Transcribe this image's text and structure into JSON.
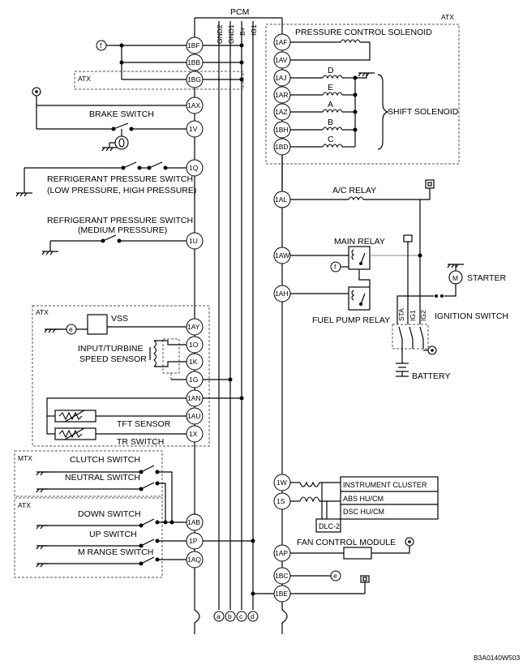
{
  "pcm": {
    "label": "PCM",
    "bus": [
      "GND2",
      "GND1",
      "B+",
      "IG1"
    ],
    "bottom_terminals": [
      "a",
      "b",
      "c",
      "d"
    ]
  },
  "left_pins": [
    "1BF",
    "1BB",
    "1BG",
    "1AX",
    "1V",
    "1Q",
    "1U",
    "1AY",
    "1O",
    "1K",
    "1G",
    "1AN",
    "1AU",
    "1X",
    "1AB",
    "1P",
    "1AQ"
  ],
  "right_pins": [
    "1AF",
    "1AV",
    "1AJ",
    "1AR",
    "1AZ",
    "1BH",
    "1BD",
    "1AL",
    "1AW",
    "1AH",
    "1W",
    "1S",
    "1AP",
    "1BC",
    "1BE"
  ],
  "groups": {
    "atx": "ATX",
    "mtx": "MTX"
  },
  "components": {
    "brake_switch": "BRAKE SWITCH",
    "ref_switch_1": "REFRIGERANT PRESSURE SWITCH",
    "ref_switch_1b": "(LOW PRESSURE, HIGH PRESSURE)",
    "ref_switch_2": "REFRIGERANT PRESSURE SWITCH",
    "ref_switch_2b": "(MEDIUM PRESSURE)",
    "vss": "VSS",
    "turbine_1": "INPUT/TURBINE",
    "turbine_2": "SPEED SENSOR",
    "tft": "TFT SENSOR",
    "tr": "TR SWITCH",
    "clutch": "CLUTCH SWITCH",
    "neutral": "NEUTRAL SWITCH",
    "down": "DOWN SWITCH",
    "up": "UP SWITCH",
    "m_range": "M RANGE SWITCH",
    "pcs": "PRESSURE CONTROL SOLENOID",
    "shift_sol": "SHIFT SOLENOID",
    "solenoid_letters": [
      "D",
      "E",
      "A",
      "B",
      "C"
    ],
    "ac_relay": "A/C RELAY",
    "main_relay": "MAIN RELAY",
    "fuel_pump_relay": "FUEL PUMP RELAY",
    "starter": "STARTER",
    "starter_symbol": "M",
    "ignition_switch": "IGNITION SWITCH",
    "ig_terminals": [
      "STA",
      "IG1",
      "IG2"
    ],
    "battery": "BATTERY",
    "inst_cluster": "INSTRUMENT CLUSTER",
    "abs": "ABS HU/CM",
    "dsc": "DSC HU/CM",
    "dlc": "DLC-2",
    "fan": "FAN CONTROL MODULE"
  },
  "refs": {
    "f": "f",
    "e": "e"
  },
  "figure_code": "B3A0140W503"
}
